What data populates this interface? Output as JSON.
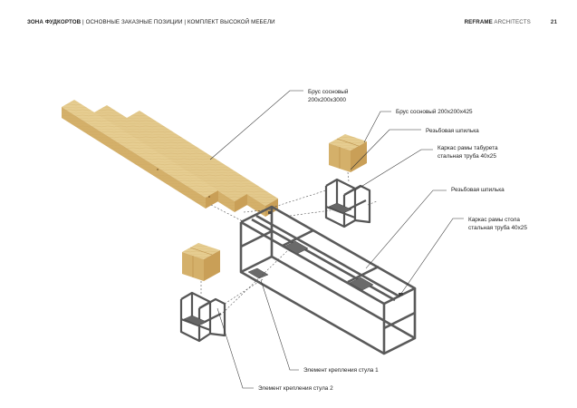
{
  "header": {
    "zone": "ЗОНА ФУДКОРТОВ",
    "section": "ОСНОВНЫЕ ЗАКАЗНЫЕ ПОЗИЦИИ",
    "subsection": "КОМПЛЕКТ ВЫСОКОЙ МЕБЕЛИ",
    "separator": " | ",
    "brand_bold": "REFRAME",
    "brand_thin": " ARCHITECTS",
    "page_number": "21"
  },
  "callouts": {
    "beam_line1": "Брус сосновый",
    "beam_line2": "200х200х3000",
    "seat_block": "Брус сосновый 200х200х425",
    "stud_stool": "Резьбовая шпилька",
    "stool_frame_line1": "Каркас рамы табурета",
    "stool_frame_line2": "стальная труба 40х25",
    "stud_table": "Резьбовая шпилька",
    "table_frame_line1": "Каркас рамы стола",
    "table_frame_line2": "стальная труба 40х25",
    "mount_1": "Элемент крепления стула 1",
    "mount_2": "Элемент крепления стула 2"
  },
  "colors": {
    "wood_top": "#e3c98c",
    "wood_side": "#d4b06a",
    "wood_end": "#c99f57",
    "steel_dark": "#555555",
    "steel_mid": "#6e6e6e",
    "leader": "#333333"
  }
}
